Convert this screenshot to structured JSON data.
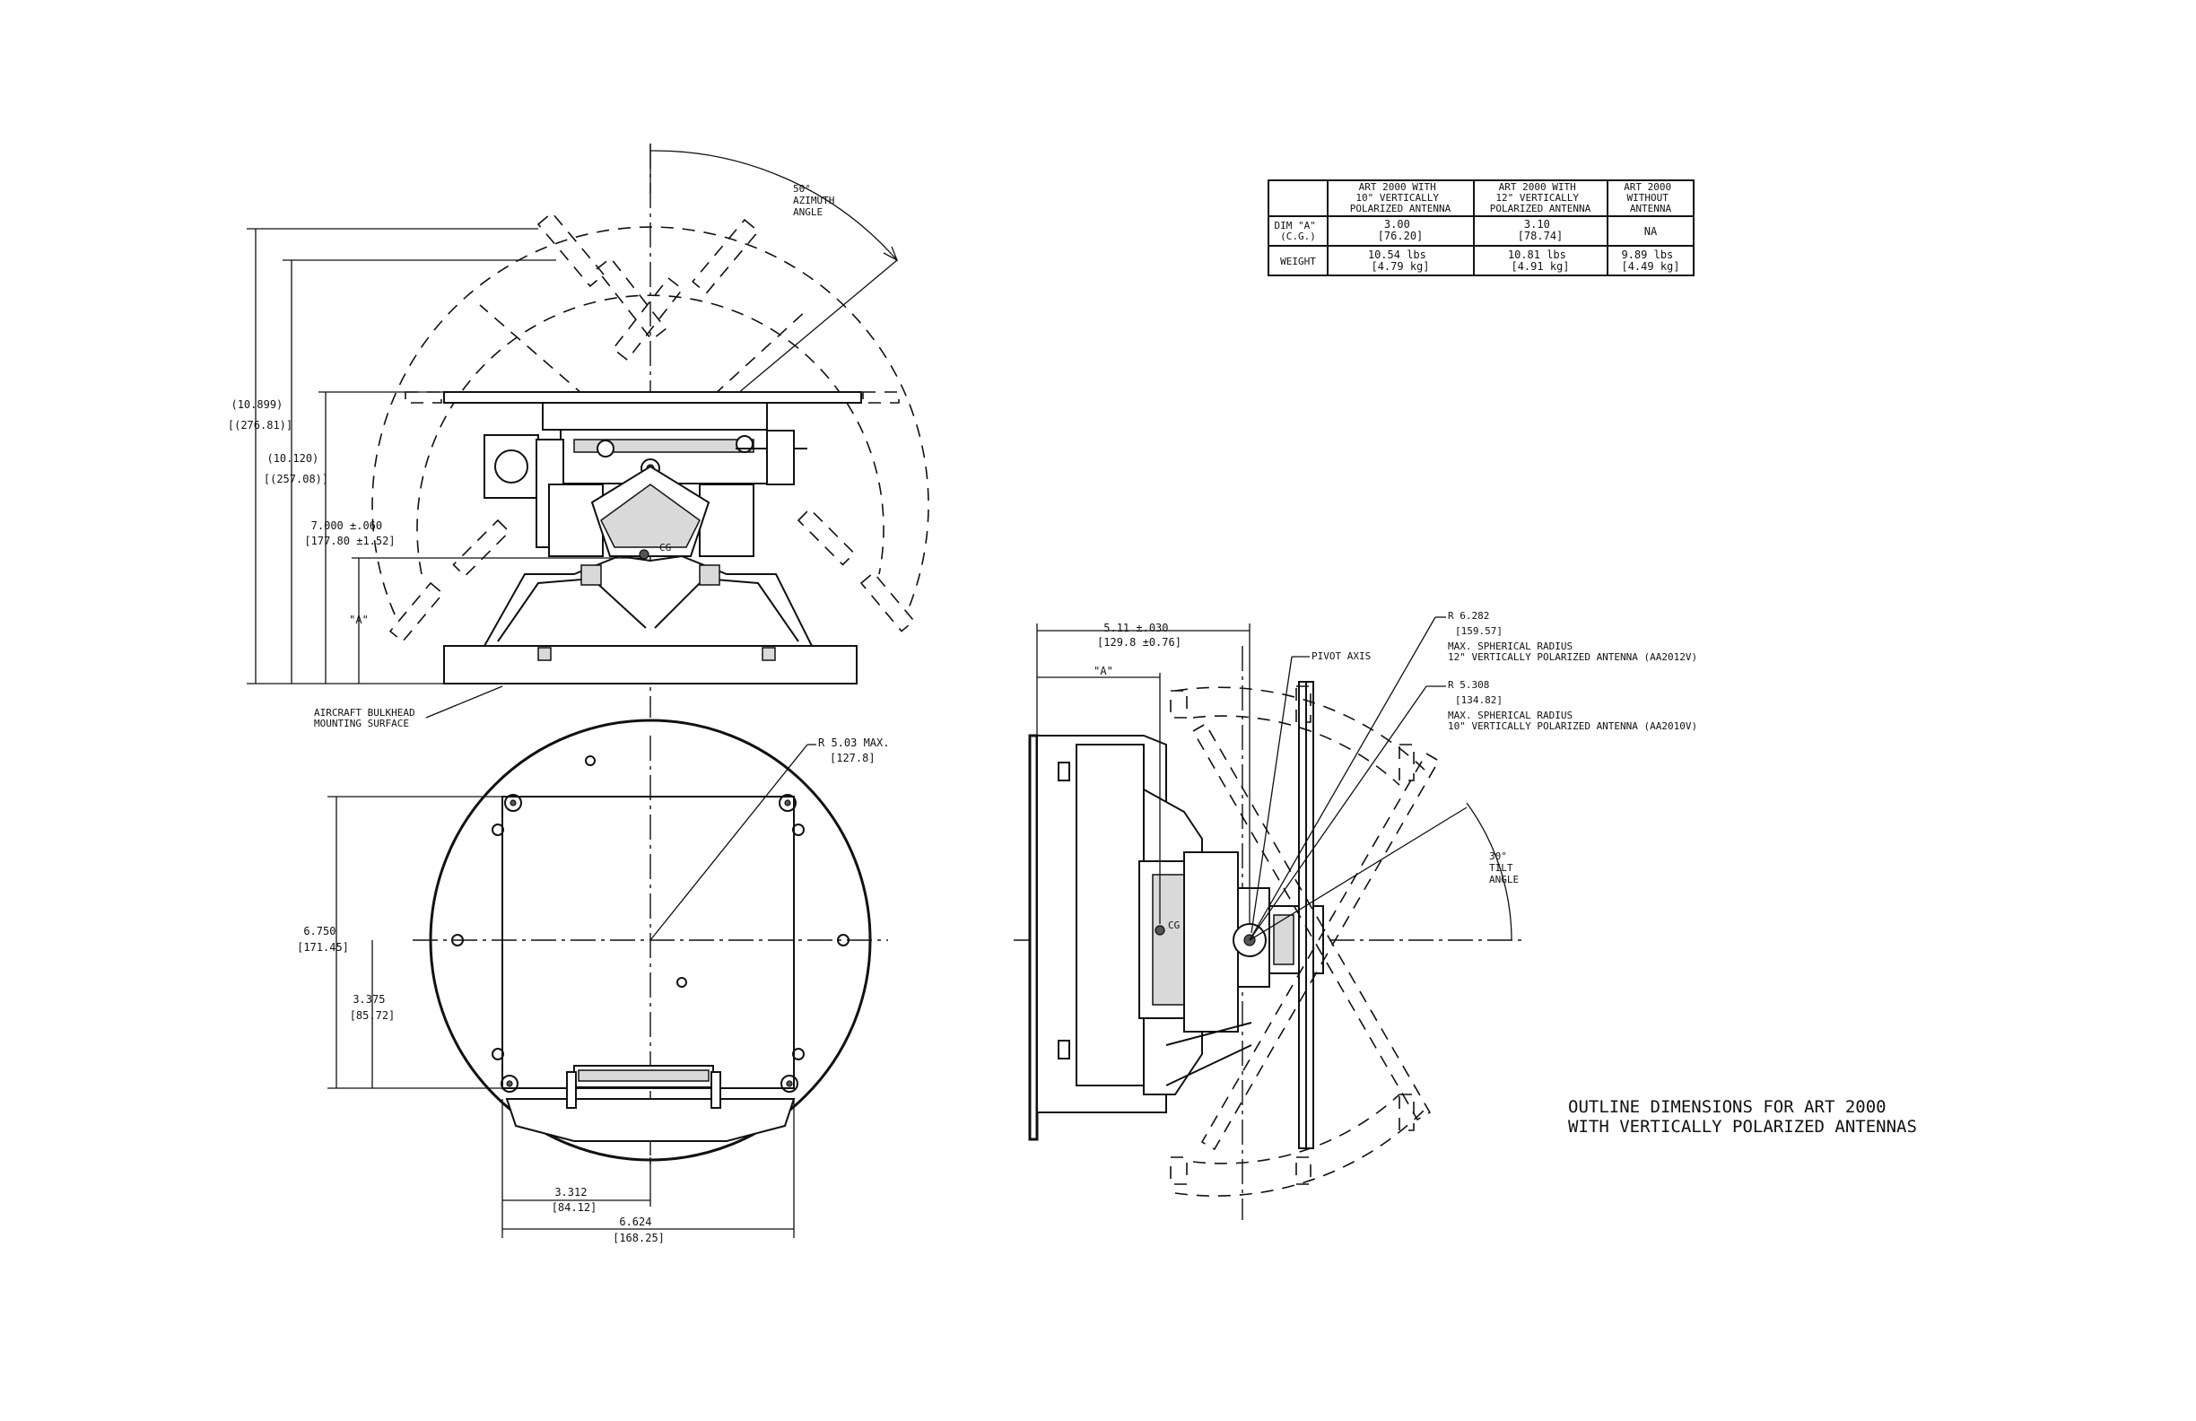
{
  "title": {
    "line1": "OUTLINE DIMENSIONS FOR ART 2000",
    "line2": "WITH VERTICALLY POLARIZED ANTENNAS"
  },
  "table": {
    "headers": [
      [
        "ART 2000 WITH",
        "10\" VERTICALLY",
        "POLARIZED ANTENNA"
      ],
      [
        "ART 2000 WITH",
        "12\" VERTICALLY",
        "POLARIZED ANTENNA"
      ],
      [
        "ART 2000",
        "WITHOUT",
        "ANTENNA"
      ]
    ],
    "rows": [
      {
        "label": [
          "DIM \"A\"",
          "(C.G.)"
        ],
        "cells": [
          [
            "3.00",
            "[76.20]"
          ],
          [
            "3.10",
            "[78.74]"
          ],
          [
            "NA",
            ""
          ]
        ]
      },
      {
        "label": [
          "WEIGHT",
          ""
        ],
        "cells": [
          [
            "10.54 lbs",
            "[4.79 kg]"
          ],
          [
            "10.81 lbs",
            "[4.91 kg]"
          ],
          [
            "9.89 lbs",
            "[4.49 kg]"
          ]
        ]
      }
    ]
  },
  "front_view": {
    "azimuth_angle": [
      "50°",
      "AZIMUTH",
      "ANGLE"
    ],
    "dim_overall": [
      "(10.899)",
      "[(276.81)]"
    ],
    "dim_platform": [
      "(10.120)",
      "[(257.08)]"
    ],
    "dim_height": [
      "7.000 ±.060",
      "[177.80 ±1.52]"
    ],
    "dim_a": "\"A\"",
    "cg": "CG",
    "mounting_surface": [
      "AIRCRAFT BULKHEAD",
      "MOUNTING SURFACE"
    ]
  },
  "bottom_view": {
    "radius": [
      "R 5.03  MAX.",
      "[127.8]"
    ],
    "dim_height": [
      "6.750",
      "[171.45]"
    ],
    "dim_half": [
      "3.375",
      "[85.72]"
    ],
    "dim_half_width": [
      "3.312",
      "[84.12]"
    ],
    "dim_width": [
      "6.624",
      "[168.25]"
    ]
  },
  "side_view": {
    "dim_depth": [
      "5.11 ±.030",
      "[129.8 ±0.76]"
    ],
    "dim_a": "\"A\"",
    "pivot_axis": "PIVOT AXIS",
    "radius_12": [
      "R 6.282",
      "[159.57]",
      "MAX. SPHERICAL RADIUS",
      "12\" VERTICALLY POLARIZED ANTENNA (AA2012V)"
    ],
    "radius_10": [
      "R 5.308",
      "[134.82]",
      "MAX. SPHERICAL RADIUS",
      "10\" VERTICALLY POLARIZED ANTENNA (AA2010V)"
    ],
    "tilt_angle": [
      "30°",
      "TILT",
      "ANGLE"
    ],
    "cg": "CG"
  }
}
